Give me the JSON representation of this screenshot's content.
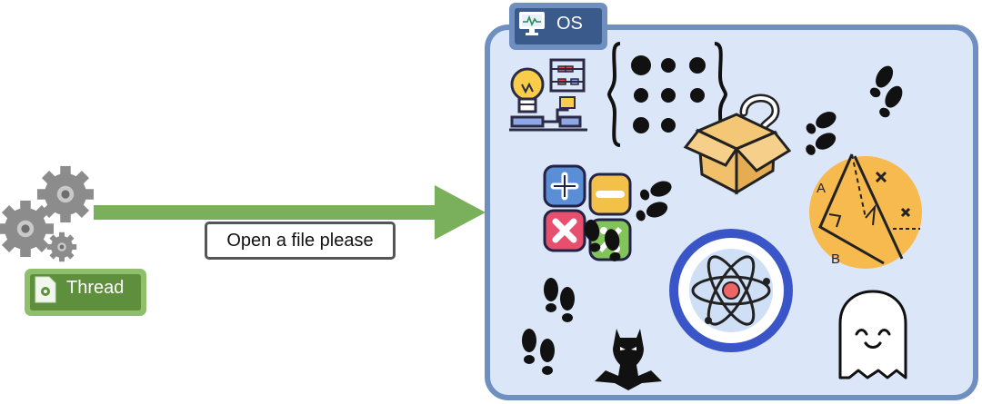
{
  "thread": {
    "label": "Thread",
    "icons": [
      "gears-icon",
      "document-gear-icon"
    ],
    "colors": {
      "outer": "#8fbf6b",
      "inner": "#5e8f3c"
    }
  },
  "arrow": {
    "label": "Open a file please",
    "color": "#7ab05c"
  },
  "os": {
    "label": "OS",
    "icons": [
      "monitor-icon",
      "lightbulb-abacus-icon",
      "braille-dots-icon",
      "mystery-box-icon",
      "footprints-icon",
      "geometry-icon",
      "math-operators-icon",
      "atom-icon",
      "batman-icon",
      "ghost-icon"
    ],
    "colors": {
      "background": "#dbe7f8",
      "border": "#6f8fc0",
      "tab": "#3b5a8c"
    }
  },
  "geometry": {
    "label_a": "A",
    "label_b": "B"
  }
}
